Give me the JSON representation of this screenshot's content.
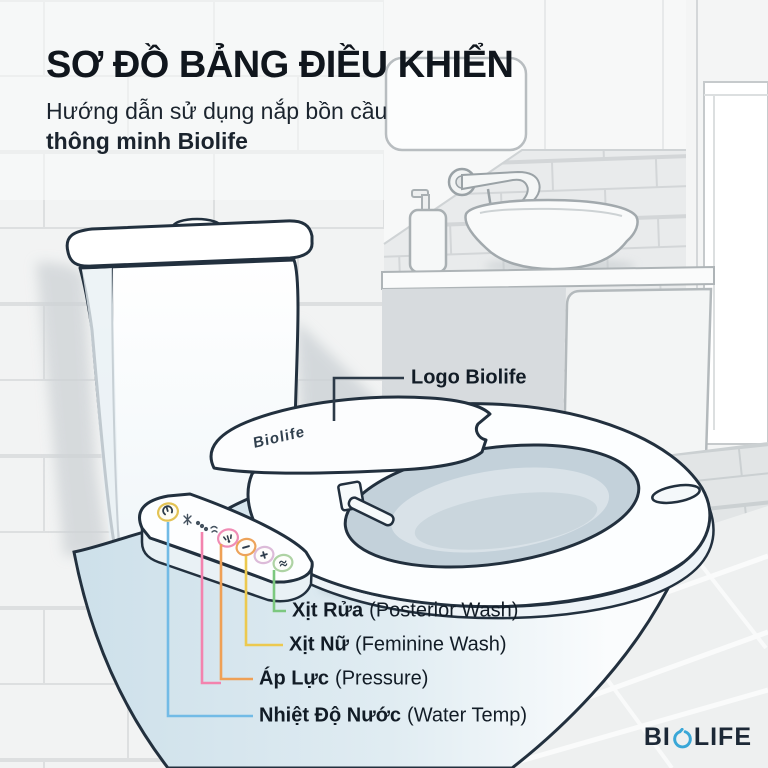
{
  "header": {
    "title": "SƠ ĐỒ BẢNG ĐIỀU KHIỂN",
    "subtitle_line1": "Hướng dẫn sử dụng nắp bồn cầu",
    "subtitle_line2": "thông minh Biolife"
  },
  "diagram": {
    "lid_logo": "Biolife",
    "logo_callout": {
      "label": "Logo Biolife",
      "line_color": "#2c3a48"
    },
    "callouts": [
      {
        "id": "posterior-wash",
        "vn": "Xịt Rửa",
        "en": "(Posterior Wash)",
        "color": "#7cc87f"
      },
      {
        "id": "feminine-wash",
        "vn": "Xịt Nữ",
        "en": "(Feminine Wash)",
        "color": "#ecc94f"
      },
      {
        "id": "pressure",
        "vn": "Áp Lực",
        "en": "(Pressure)",
        "color": "#efa055",
        "color_secondary": "#f383ae"
      },
      {
        "id": "water-temp",
        "vn": "Nhiệt Độ Nước",
        "en": "(Water Temp)",
        "color": "#72bbe6"
      }
    ],
    "panel_button_rings": [
      "#e3c355",
      "#f08cb5",
      "#eda35b",
      "#dcbbd9",
      "#aed3a4"
    ]
  },
  "brand": {
    "prefix": "BI",
    "suffix": "LIFE",
    "droplet_color": "#39a7d7",
    "text_color": "#1c2836"
  }
}
